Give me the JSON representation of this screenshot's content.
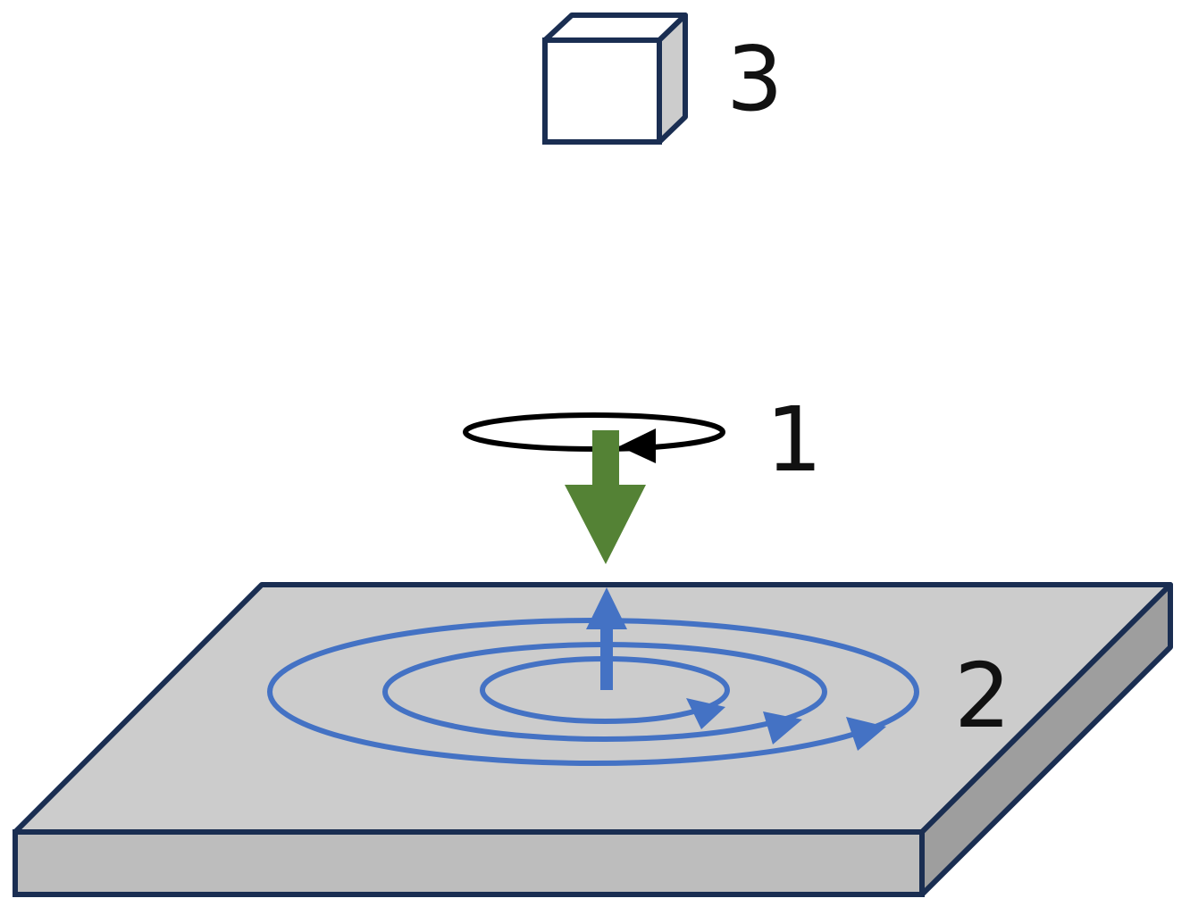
{
  "labels": {
    "one": "1",
    "two": "2",
    "three": "3"
  },
  "colors": {
    "outline": "#1a2e52",
    "plate_top": "#cccccc",
    "plate_front": "#bdbdbd",
    "plate_side": "#9e9e9e",
    "eddy_current": "#4472c4",
    "field_arrow": "#548235",
    "rotation": "#000000",
    "box_side": "#cccccc",
    "box_face": "#ffffff"
  },
  "icons": {
    "box": "cube-icon",
    "plate": "plate-icon",
    "rotation": "rotation-loop-icon",
    "field": "down-arrow-icon",
    "eddy": "concentric-loops-icon"
  }
}
